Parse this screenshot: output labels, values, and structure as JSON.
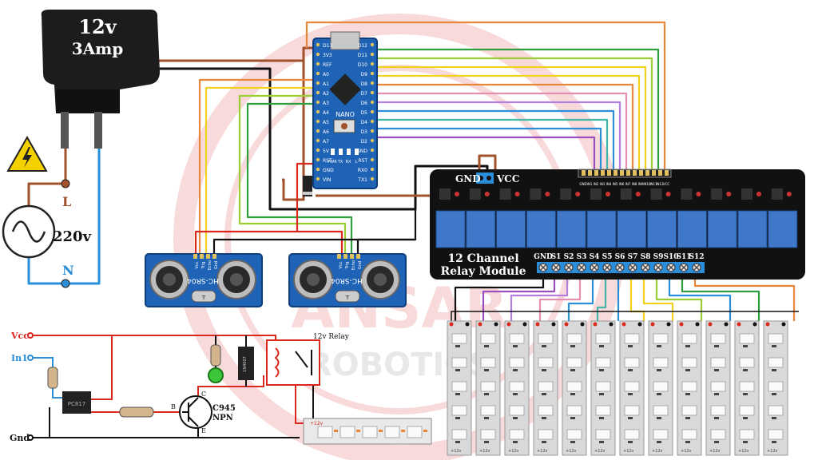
{
  "adapter": {
    "voltage": "12v",
    "current": "3Amp"
  },
  "mains": {
    "live": "L",
    "neutral": "N",
    "voltage": "220v"
  },
  "arduino": {
    "name": "NANO",
    "left_pins": [
      "D13",
      "3V3",
      "REF",
      "A0",
      "A1",
      "A2",
      "A3",
      "A4",
      "A5",
      "A6",
      "A7",
      "5V",
      "RST",
      "GND",
      "VIN"
    ],
    "right_pins": [
      "D12",
      "D11",
      "D10",
      "D9",
      "D8",
      "D7",
      "D6",
      "D5",
      "D4",
      "D3",
      "D2",
      "GND",
      "RST",
      "RX0",
      "TX1"
    ],
    "leds": [
      "PWR",
      "TX",
      "RX",
      "L"
    ]
  },
  "sensors": [
    {
      "label": "HC-SR04",
      "pins": [
        "Vcc",
        "Trig",
        "Echo",
        "Gnd"
      ],
      "crystal": "T"
    },
    {
      "label": "HC-SR04",
      "pins": [
        "Vcc",
        "Trig",
        "Echo",
        "Gnd"
      ],
      "crystal": "T"
    }
  ],
  "relay_module": {
    "gnd_label": "GND",
    "vcc_label": "VCC",
    "title_line1": "12 Channel",
    "title_line2": "Relay Module",
    "input_pins": [
      "GND",
      "IN1",
      "IN2",
      "IN3",
      "IN4",
      "IN5",
      "IN6",
      "IN7",
      "IN8",
      "IN9",
      "IN10",
      "IN11",
      "IN12",
      "VCC"
    ],
    "terminals": [
      "GND",
      "S1",
      "S2",
      "S3",
      "S4",
      "S5",
      "S6",
      "S7",
      "S8",
      "S9",
      "S10",
      "S11",
      "S12"
    ]
  },
  "led_strip_labels": [
    "+12v",
    "-"
  ],
  "schematic": {
    "vcc": "Vcc",
    "in1": "In1",
    "gnd": "Gnd",
    "relay": "12v Relay",
    "transistor_name": "C945",
    "transistor_type": "NPN",
    "diode_part": "1N4007",
    "pin_b": "B",
    "pin_c": "C",
    "pin_e": "E",
    "strip_plus": "+12v",
    "optocoupler": "PC817"
  },
  "watermark": {
    "brand": "ANSAR",
    "sub": "ROBOTICS"
  },
  "colors": {
    "brown": "#a0522d",
    "black": "#111111",
    "red": "#d9281c",
    "orange": "#e8873a",
    "green": "#2f9e3f",
    "yellow": "#f0d020",
    "lime": "#9acd32",
    "blue": "#2a8fd8",
    "purple": "#9b4fbf",
    "violet": "#b57edc",
    "pink": "#e58fb0",
    "teal": "#3fb8a8",
    "relay_blue": "#3f78c8",
    "board_blue": "#1e63b6"
  }
}
